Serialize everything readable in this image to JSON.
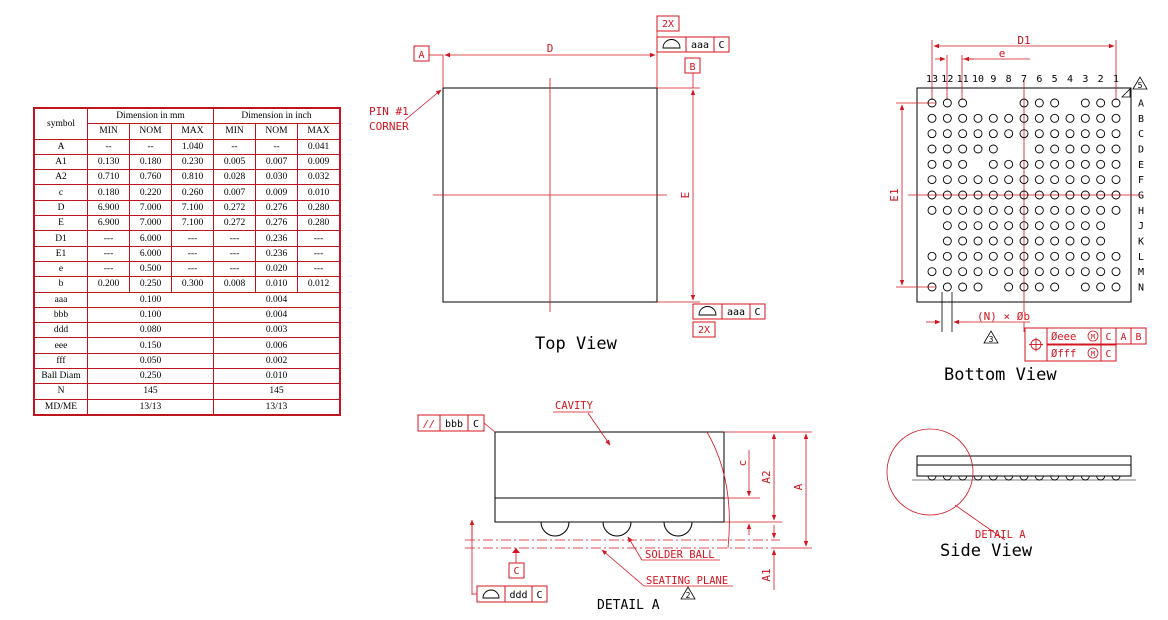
{
  "table": {
    "col_symbol": "symbol",
    "group_mm": "Dimension in mm",
    "group_inch": "Dimension in inch",
    "sub_headers": [
      "MIN",
      "NOM",
      "MAX",
      "MIN",
      "NOM",
      "MAX"
    ],
    "rows6": [
      {
        "sym": "A",
        "v": [
          "--",
          "--",
          "1.040",
          "--",
          "--",
          "0.041"
        ]
      },
      {
        "sym": "A1",
        "v": [
          "0.130",
          "0.180",
          "0.230",
          "0.005",
          "0.007",
          "0.009"
        ]
      },
      {
        "sym": "A2",
        "v": [
          "0.710",
          "0.760",
          "0.810",
          "0.028",
          "0.030",
          "0.032"
        ]
      },
      {
        "sym": "c",
        "v": [
          "0.180",
          "0.220",
          "0.260",
          "0.007",
          "0.009",
          "0.010"
        ]
      },
      {
        "sym": "D",
        "v": [
          "6.900",
          "7.000",
          "7.100",
          "0.272",
          "0.276",
          "0.280"
        ]
      },
      {
        "sym": "E",
        "v": [
          "6.900",
          "7.000",
          "7.100",
          "0.272",
          "0.276",
          "0.280"
        ]
      },
      {
        "sym": "D1",
        "v": [
          "---",
          "6.000",
          "---",
          "---",
          "0.236",
          "---"
        ]
      },
      {
        "sym": "E1",
        "v": [
          "---",
          "6.000",
          "---",
          "---",
          "0.236",
          "---"
        ]
      },
      {
        "sym": "e",
        "v": [
          "---",
          "0.500",
          "---",
          "---",
          "0.020",
          "---"
        ]
      },
      {
        "sym": "b",
        "v": [
          "0.200",
          "0.250",
          "0.300",
          "0.008",
          "0.010",
          "0.012"
        ]
      }
    ],
    "rows2": [
      {
        "sym": "aaa",
        "mm": "0.100",
        "inch": "0.004"
      },
      {
        "sym": "bbb",
        "mm": "0.100",
        "inch": "0.004"
      },
      {
        "sym": "ddd",
        "mm": "0.080",
        "inch": "0.003"
      },
      {
        "sym": "eee",
        "mm": "0.150",
        "inch": "0.006"
      },
      {
        "sym": "fff",
        "mm": "0.050",
        "inch": "0.002"
      },
      {
        "sym": "Ball Diam",
        "mm": "0.250",
        "inch": "0.010"
      },
      {
        "sym": "N",
        "mm": "145",
        "inch": "145"
      },
      {
        "sym": "MD/ME",
        "mm": "13/13",
        "inch": "13/13"
      }
    ]
  },
  "top_view": {
    "title": "Top View",
    "pin1_line1": "PIN #1",
    "pin1_line2": "CORNER",
    "dim_D": "D",
    "dim_E": "E",
    "datum_A": "A",
    "datum_B": "B",
    "top_fcf": {
      "count": "2X",
      "tol": "aaa",
      "ref": "C"
    },
    "bottom_fcf": {
      "count": "2X",
      "tol": "aaa",
      "ref": "C"
    }
  },
  "bottom_view": {
    "title": "Bottom View",
    "dim_D1": "D1",
    "dim_e": "e",
    "dim_E1": "E1",
    "col_labels": [
      "13",
      "12",
      "11",
      "10",
      "9",
      "8",
      "7",
      "6",
      "5",
      "4",
      "3",
      "2",
      "1"
    ],
    "row_labels": [
      "A",
      "B",
      "C",
      "D",
      "E",
      "F",
      "G",
      "H",
      "J",
      "K",
      "L",
      "M",
      "N"
    ],
    "ball_note": "(N) × Øb",
    "fcf_eee": {
      "tol": "Øeee",
      "mod": "M",
      "refs": [
        "C",
        "A",
        "B"
      ]
    },
    "fcf_fff": {
      "tol": "Øfff",
      "mod": "M",
      "refs": [
        "C"
      ]
    },
    "note_tri": "3",
    "note_tri_top": "5"
  },
  "detail_a": {
    "title": "DETAIL A",
    "cavity": "CAVITY",
    "solder_ball": "SOLDER BALL",
    "seating_plane": "SEATING PLANE",
    "dim_c": "c",
    "dim_A2": "A2",
    "dim_A": "A",
    "dim_A1": "A1",
    "datum_C": "C",
    "bbb_fcf": {
      "sym": "//",
      "tol": "bbb",
      "ref": "C"
    },
    "ddd_fcf": {
      "tol": "ddd",
      "ref": "C"
    },
    "note_tri": "2"
  },
  "side_view": {
    "title": "Side View",
    "detail_label": "DETAIL A"
  }
}
